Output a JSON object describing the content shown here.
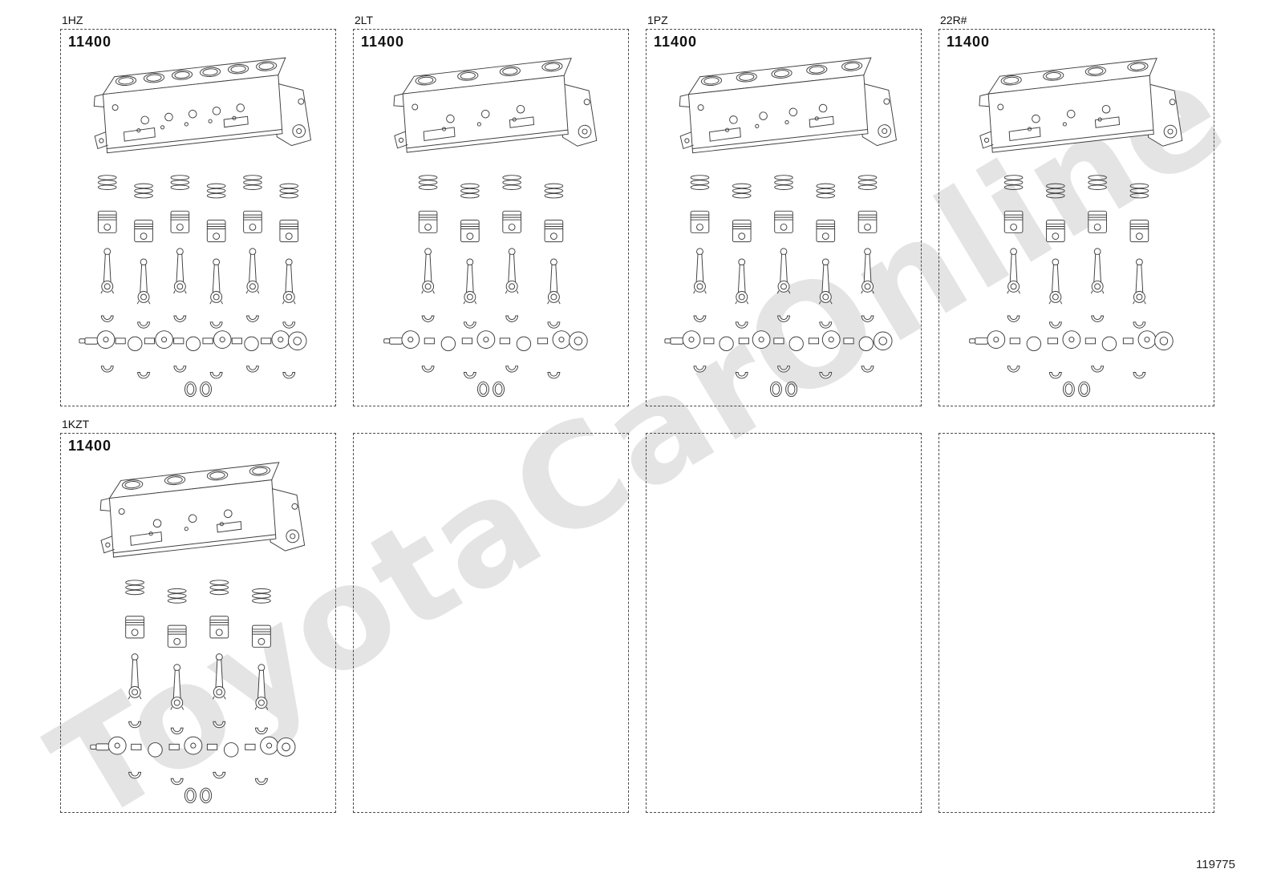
{
  "page": {
    "number": "119775",
    "watermark": "ToyotaCarOnline"
  },
  "panels": [
    {
      "code": "1HZ",
      "part_number": "11400",
      "cylinders": 6,
      "has_content": true
    },
    {
      "code": "2LT",
      "part_number": "11400",
      "cylinders": 4,
      "has_content": true
    },
    {
      "code": "1PZ",
      "part_number": "11400",
      "cylinders": 5,
      "has_content": true
    },
    {
      "code": "22R#",
      "part_number": "11400",
      "cylinders": 4,
      "has_content": true
    },
    {
      "code": "1KZT",
      "part_number": "11400",
      "cylinders": 4,
      "has_content": true
    },
    {
      "has_content": false
    },
    {
      "has_content": false
    },
    {
      "has_content": false
    }
  ]
}
